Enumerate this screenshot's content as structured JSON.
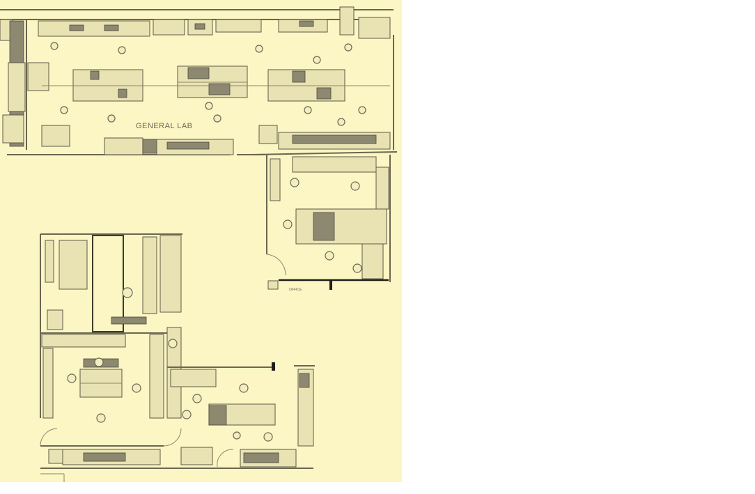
{
  "plan": {
    "title": "Laboratory floor plan",
    "rooms": {
      "general_lab": "GENERAL LAB",
      "office": "OFFICE"
    },
    "colors": {
      "paper": "#fbf6c4",
      "ink": "#6b6650",
      "background": "#ffffff"
    }
  }
}
